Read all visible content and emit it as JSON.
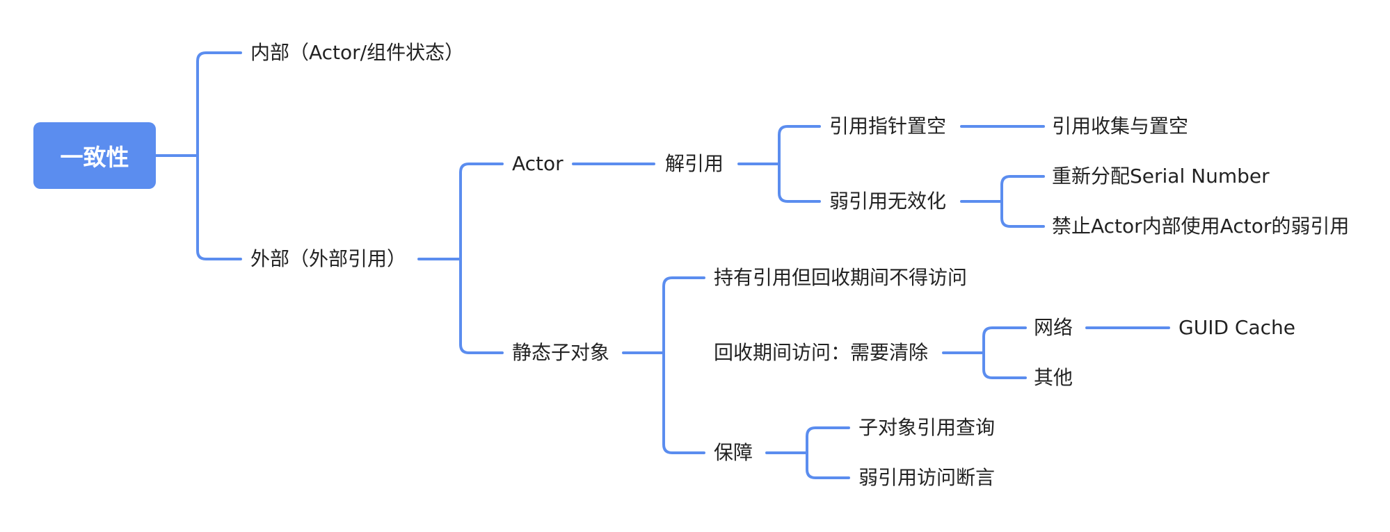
{
  "accent_color": "#5b8def",
  "root": {
    "label": "一致性"
  },
  "nodes": {
    "internal": "内部（Actor/组件状态）",
    "external": "外部（外部引用）",
    "actor": "Actor",
    "static_subobject": "静态子对象",
    "deref": "解引用",
    "ref_ptr_null": "引用指针置空",
    "ref_collect_null": "引用收集与置空",
    "weak_ref_invalidate": "弱引用无效化",
    "reassign_serial": "重新分配Serial Number",
    "forbid_weak_ref": "禁止Actor内部使用Actor的弱引用",
    "hold_ref_no_access": "持有引用但回收期间不得访问",
    "access_need_clear": "回收期间访问：需要清除",
    "network": "网络",
    "guid_cache": "GUID Cache",
    "other": "其他",
    "guarantee": "保障",
    "subobject_ref_query": "子对象引用查询",
    "weak_ref_assert": "弱引用访问断言"
  }
}
